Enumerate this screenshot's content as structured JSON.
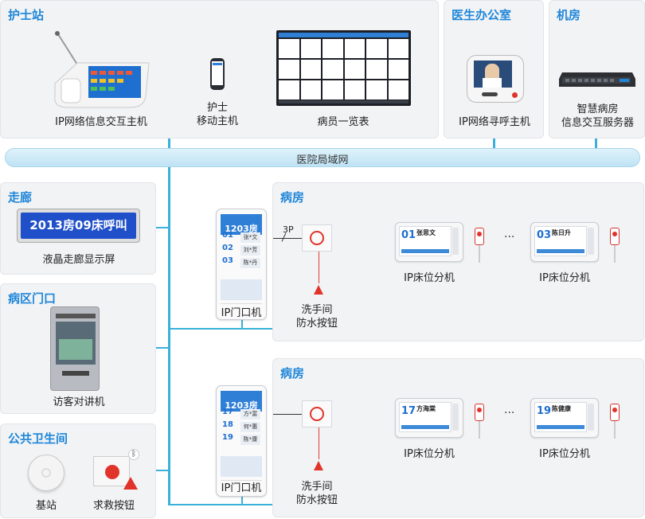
{
  "network": {
    "lan_label": "医院局域网"
  },
  "nurse_station": {
    "title": "护士站",
    "devices": [
      {
        "label": "IP网络信息交互主机"
      },
      {
        "label": "护士\n移动主机"
      },
      {
        "label": "病员一览表"
      }
    ]
  },
  "doctor_office": {
    "title": "医生办公室",
    "device_label": "IP网络寻呼主机"
  },
  "server_room": {
    "title": "机房",
    "device_label": "智慧病房\n信息交互服务器"
  },
  "corridor": {
    "title": "走廊",
    "display_text": "2013房09床呼叫",
    "device_label": "液晶走廊显示屏"
  },
  "ward_entrance": {
    "title": "病区门口",
    "device_label": "访客对讲机"
  },
  "public_restroom": {
    "title": "公共卫生间",
    "devices": [
      {
        "label": "基站"
      },
      {
        "label": "求救按钮"
      }
    ]
  },
  "wards": [
    {
      "title": "病房",
      "door_unit": {
        "label": "IP门口机",
        "room": "1203房",
        "beds": [
          {
            "num": "01",
            "name": "张*文"
          },
          {
            "num": "02",
            "name": "刘*芳"
          },
          {
            "num": "03",
            "name": "陈*丹"
          }
        ]
      },
      "cable_label": "3P",
      "water_button_label": "洗手间\n防水按钮",
      "bed_units": [
        {
          "num": "01",
          "name": "张思文",
          "label": "IP床位分机"
        },
        {
          "num": "03",
          "name": "陈日升",
          "label": "IP床位分机"
        }
      ],
      "ellipsis": "···"
    },
    {
      "title": "病房",
      "door_unit": {
        "label": "IP门口机",
        "room": "1203房",
        "beds": [
          {
            "num": "17",
            "name": "方*富"
          },
          {
            "num": "18",
            "name": "何*惠"
          },
          {
            "num": "19",
            "name": "陈*康"
          }
        ]
      },
      "water_button_label": "洗手间\n防水按钮",
      "bed_units": [
        {
          "num": "17",
          "name": "方海棠",
          "label": "IP床位分机"
        },
        {
          "num": "19",
          "name": "陈健康",
          "label": "IP床位分机"
        }
      ],
      "ellipsis": "···"
    }
  ],
  "colors": {
    "accent": "#1e86d8",
    "line": "#3ab0da",
    "alarm": "#e0342b"
  }
}
